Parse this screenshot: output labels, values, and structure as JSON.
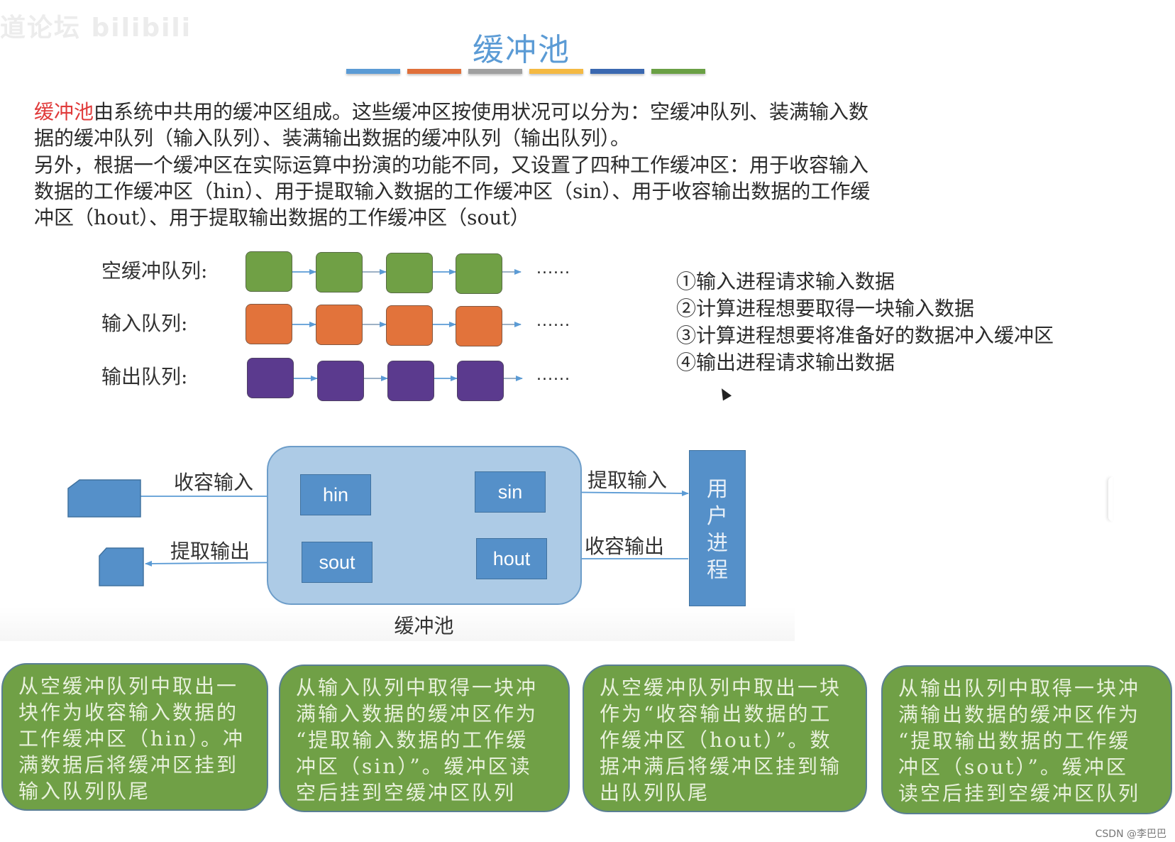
{
  "watermark": "道论坛 bilibili",
  "title": "缓冲池",
  "title_bar_colors": [
    "#5b9bd5",
    "#e0703a",
    "#a0a0a0",
    "#f4b942",
    "#3a68b0",
    "#6aa044"
  ],
  "intro": {
    "highlight": "缓冲池",
    "line1_rest": "由系统中共用的缓冲区组成。这些缓冲区按使用状况可以分为：空缓冲队列、装满输入数",
    "line2": "据的缓冲队列（输入队列）、装满输出数据的缓冲队列（输出队列）。",
    "line3": "另外，根据一个缓冲区在实际运算中扮演的功能不同，又设置了四种工作缓冲区：用于收容输入",
    "line4": "数据的工作缓冲区（hin）、用于提取输入数据的工作缓冲区（sin）、用于收容输出数据的工作缓",
    "line5": "冲区（hout）、用于提取输出数据的工作缓冲区（sout）"
  },
  "queues": [
    {
      "label": "空缓冲队列:",
      "color": "#70a045",
      "more": "......"
    },
    {
      "label": "输入队列:",
      "color": "#e2733b",
      "more": "......"
    },
    {
      "label": "输出队列:",
      "color": "#5b3a8e",
      "more": "......"
    }
  ],
  "steps": [
    "①输入进程请求输入数据",
    "②计算进程想要取得一块输入数据",
    "③计算进程想要将准备好的数据冲入缓冲区",
    "④输出进程请求输出数据"
  ],
  "diagram": {
    "pool_label": "缓冲池",
    "buffers": {
      "hin": "hin",
      "sin": "sin",
      "sout": "sout",
      "hout": "hout"
    },
    "flows": {
      "receive_input": "收容输入",
      "extract_output": "提取输出",
      "extract_input": "提取输入",
      "receive_output": "收容输出"
    },
    "user_process": [
      "用",
      "户",
      "进",
      "程"
    ],
    "colors": {
      "pool_fill": "#adcbe6",
      "buffer_fill": "#5590c9",
      "arrow": "#5b9bd5"
    }
  },
  "cards": [
    {
      "lines": [
        "从空缓冲队列中取出一",
        "块作为收容输入数据的",
        "工作缓冲区（hin）。冲",
        "满数据后将缓冲区挂到",
        "输入队列队尾"
      ]
    },
    {
      "lines": [
        "从输入队列中取得一块冲",
        "满输入数据的缓冲区作为",
        "“提取输入数据的工作缓",
        "冲区（sin）”。缓冲区读",
        "空后挂到空缓冲区队列"
      ]
    },
    {
      "lines": [
        "从空缓冲队列中取出一块",
        "作为“收容输出数据的工",
        "作缓冲区（hout）”。数",
        "据冲满后将缓冲区挂到输",
        "出队列队尾"
      ]
    },
    {
      "lines": [
        "从输出队列中取得一块冲",
        "满输出数据的缓冲区作为",
        "“提取输出数据的工作缓",
        "冲区（sout）”。缓冲区",
        "读空后挂到空缓冲区队列"
      ]
    }
  ],
  "card_color": "#70a046",
  "footer": "CSDN @李巴巴"
}
